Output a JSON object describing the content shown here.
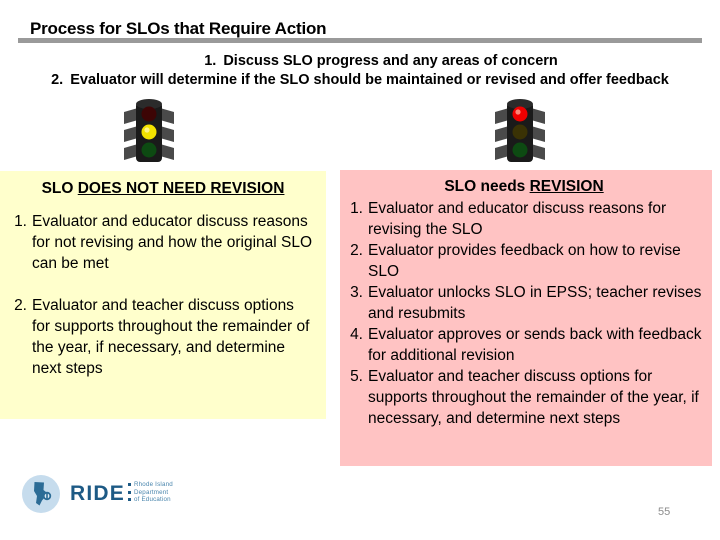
{
  "slide": {
    "title": "Process for SLOs that Require Action",
    "page_number": "55",
    "accent_rule_color": "#9a9a9a"
  },
  "intro": {
    "items": [
      {
        "num": "1.",
        "text": "Discuss SLO progress and any areas of concern"
      },
      {
        "num": "2.",
        "text": "Evaluator will determine if the SLO should be maintained or revised and offer feedback"
      }
    ]
  },
  "graphics": {
    "traffic_light_left": {
      "icon": "traffic-light-icon",
      "lit": "yellow",
      "lit_color": "#f2e200"
    },
    "traffic_light_right": {
      "icon": "traffic-light-icon",
      "lit": "red",
      "lit_color": "#ee0000"
    },
    "arrow_left": {
      "icon": "arrow-down-left-icon",
      "color": "#ffff00"
    },
    "arrow_right": {
      "icon": "arrow-down-right-icon",
      "color": "#dd0000"
    }
  },
  "no_revision_box": {
    "background": "#ffffcc",
    "heading_prefix": "SLO ",
    "heading_underlined": "DOES NOT NEED REVISION",
    "items": [
      {
        "num": "1.",
        "text": "Evaluator and educator discuss reasons for not revising and how the original SLO can be met"
      },
      {
        "num": "2.",
        "text": "Evaluator and teacher discuss options for supports throughout the remainder of the year, if necessary, and determine next steps"
      }
    ]
  },
  "needs_revision_box": {
    "background": "#ffc3c3",
    "heading_prefix": "SLO needs ",
    "heading_underlined": "REVISION",
    "items": [
      {
        "num": "1.",
        "text": "Evaluator and educator discuss reasons for revising the SLO"
      },
      {
        "num": "2.",
        "text": "Evaluator provides feedback on how to revise SLO"
      },
      {
        "num": "3.",
        "text": "Evaluator unlocks SLO in EPSS;  teacher revises and resubmits"
      },
      {
        "num": "4.",
        "text": "Evaluator approves or sends back with feedback for additional revision"
      },
      {
        "num": "5.",
        "text": "Evaluator and teacher discuss options for supports throughout the remainder of the year, if necessary, and determine next steps"
      }
    ]
  },
  "logo": {
    "wordmark": "RIDE",
    "tagline_lines": [
      "Rhode Island",
      "Department",
      "of Education"
    ],
    "brand_color": "#1d5a85"
  }
}
